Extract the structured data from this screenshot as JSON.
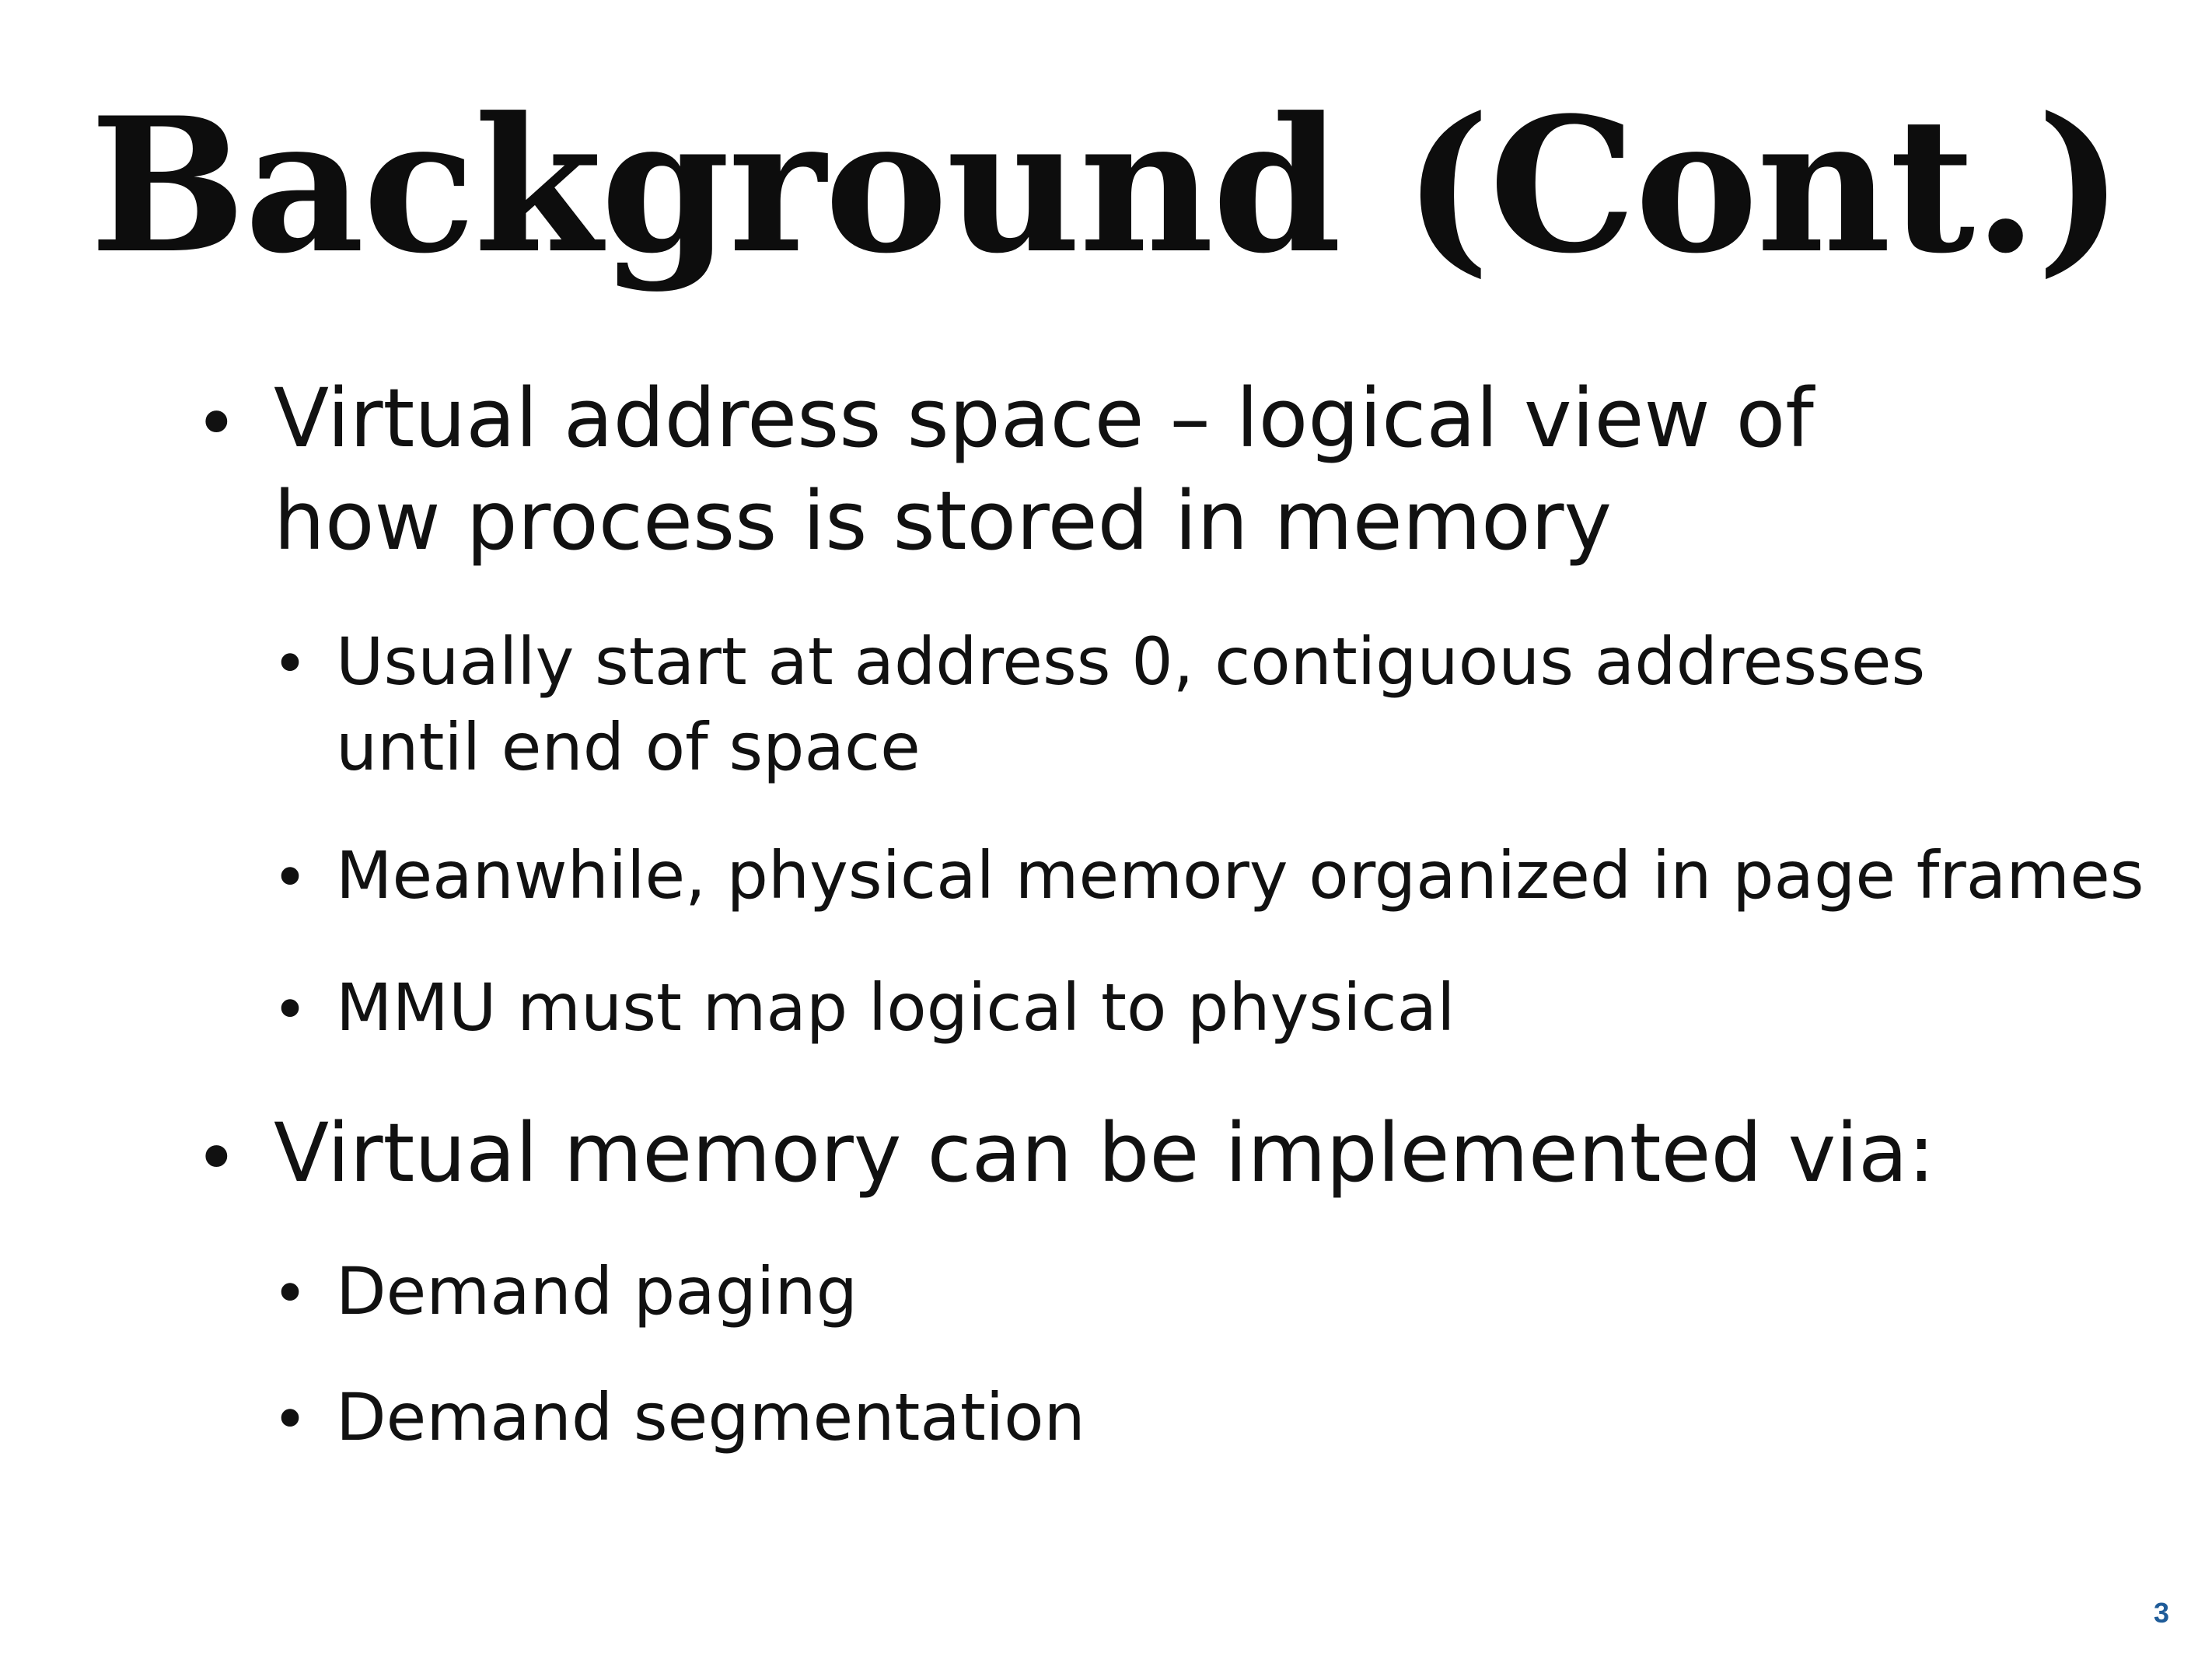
{
  "slide": {
    "title": "Background (Cont.)",
    "bullet_glyph": "•",
    "items": [
      {
        "text": "Virtual address space – logical view of how process is stored in memory"
      },
      {
        "text": "Usually start at address 0, contiguous addresses until end of space"
      },
      {
        "text": "Meanwhile, physical memory organized in page frames"
      },
      {
        "text": "MMU must map logical to physical"
      },
      {
        "text": "Virtual memory can be implemented via:"
      },
      {
        "text": "Demand paging"
      },
      {
        "text": "Demand segmentation"
      }
    ],
    "page_number": "3",
    "colors": {
      "text": "#111111",
      "page_number": "#1f5c99",
      "background": "#ffffff"
    }
  }
}
